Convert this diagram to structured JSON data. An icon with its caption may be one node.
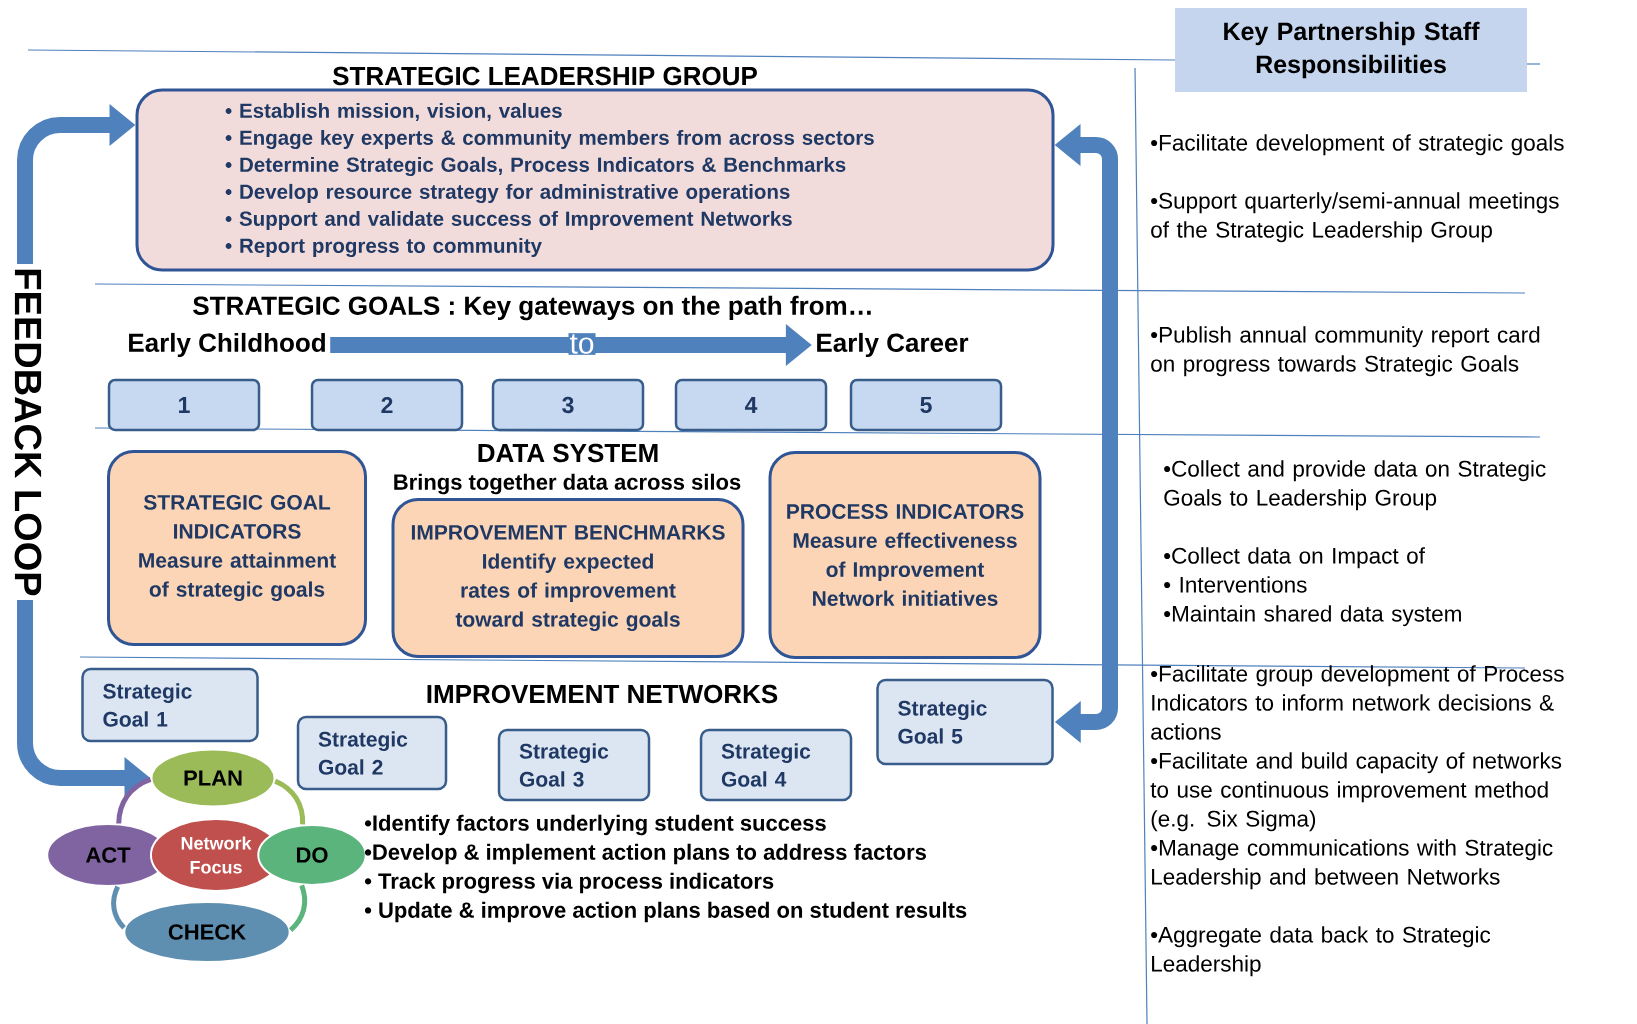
{
  "diagram": {
    "nodes": [
      {
        "text": [
          "STRATEGIC LEADERSHIP GROUP",
          "• Establish mission, vision, values",
          "• Engage key experts & community members from across sectors",
          "• Determine Strategic Goals, Process Indicators & Benchmarks",
          "• Develop resource strategy for administrative operations",
          "• Support and validate success of Improvement Networks",
          "• Report progress to community"
        ]
      },
      {
        "text": [
          "Early Childhood"
        ]
      },
      {
        "text": [
          "Early Career"
        ]
      },
      {
        "text": [
          "1"
        ]
      },
      {
        "text": [
          "2"
        ]
      },
      {
        "text": [
          "3"
        ]
      },
      {
        "text": [
          "4"
        ]
      },
      {
        "text": [
          "5"
        ]
      },
      {
        "text": [
          "STRATEGIC GOAL INDICATORS",
          "Measure attainment of strategic goals"
        ]
      },
      {
        "text": [
          "IMPROVEMENT BENCHMARKS",
          "Identify expected rates of improvement toward strategic goals"
        ]
      },
      {
        "text": [
          "PROCESS INDICATORS",
          "Measure effectiveness of Improvement Network initiatives"
        ]
      },
      {
        "text": [
          "Strategic Goal 1"
        ]
      },
      {
        "text": [
          "Strategic Goal 2"
        ]
      },
      {
        "text": [
          "Strategic Goal 3"
        ]
      },
      {
        "text": [
          "Strategic Goal 4"
        ]
      },
      {
        "text": [
          "Strategic Goal 5"
        ]
      },
      {
        "text": [
          "PLAN"
        ]
      },
      {
        "text": [
          "ACT"
        ]
      },
      {
        "text": [
          "Network Focus"
        ]
      },
      {
        "text": [
          "DO"
        ]
      },
      {
        "text": [
          "CHECK"
        ]
      },
      {
        "text": [
          "Key Partnership Staff Responsibilities"
        ]
      }
    ],
    "edges": [
      {
        "from": 16,
        "to": 0,
        "arrow": "both",
        "label": "FEEDBACK LOOP",
        "style": "thick"
      },
      {
        "from": 15,
        "to": 0,
        "arrow": "both",
        "style": "thick"
      },
      {
        "from": 1,
        "to": 2,
        "arrow": "to",
        "label": "to",
        "style": "thick"
      },
      {
        "from": 16,
        "to": 19,
        "arrow": "none",
        "color": "#9bbb59"
      },
      {
        "from": 19,
        "to": 20,
        "arrow": "none",
        "color": "#5bb47b"
      },
      {
        "from": 20,
        "to": 17,
        "arrow": "none",
        "color": "#5f8fb0"
      },
      {
        "from": 17,
        "to": 16,
        "arrow": "none",
        "color": "#8064a2"
      }
    ],
    "labels": [
      "STRATEGIC GOALS : Key gateways on the path from…",
      "DATA SYSTEM",
      "Brings together data across silos",
      "IMPROVEMENT NETWORKS",
      "•Identify factors underlying student success",
      "•Develop & implement action plans to address factors",
      "• Track progress via process indicators",
      "• Update & improve action plans based on student results",
      "•Facilitate development of strategic goals",
      "•Support quarterly/semi-annual meetings of the Strategic Leadership Group",
      "•Publish annual community report card on progress towards Strategic Goals",
      "•Collect and provide data on Strategic Goals to Leadership Group",
      "•Collect data on Impact of",
      "• Interventions",
      "•Maintain shared data system",
      "•Facilitate group development of Process Indicators to inform network decisions & actions",
      "•Facilitate and build capacity of networks to use continuous improvement method (e.g. Six Sigma)",
      "•Manage communications with Strategic Leadership and between Networks",
      "•Aggregate data back to Strategic Leadership"
    ]
  }
}
